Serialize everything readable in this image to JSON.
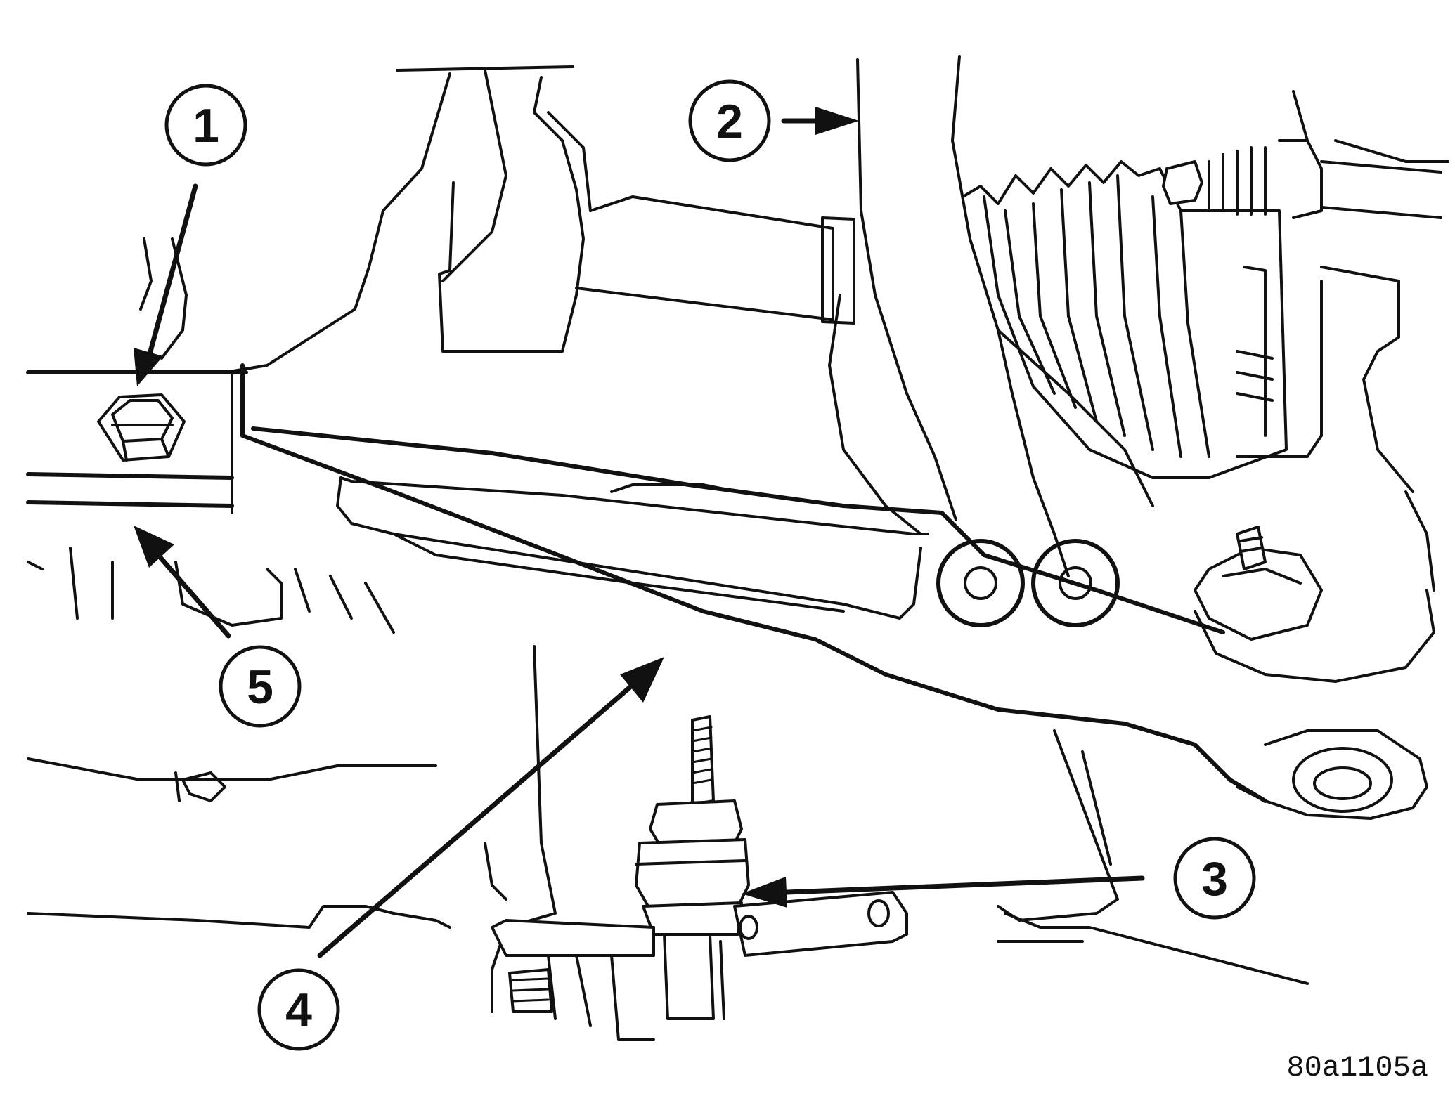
{
  "callouts": [
    {
      "id": "c1",
      "label": "1"
    },
    {
      "id": "c2",
      "label": "2"
    },
    {
      "id": "c3",
      "label": "3"
    },
    {
      "id": "c4",
      "label": "4"
    },
    {
      "id": "c5",
      "label": "5"
    }
  ],
  "figure_id": "80a1105a"
}
